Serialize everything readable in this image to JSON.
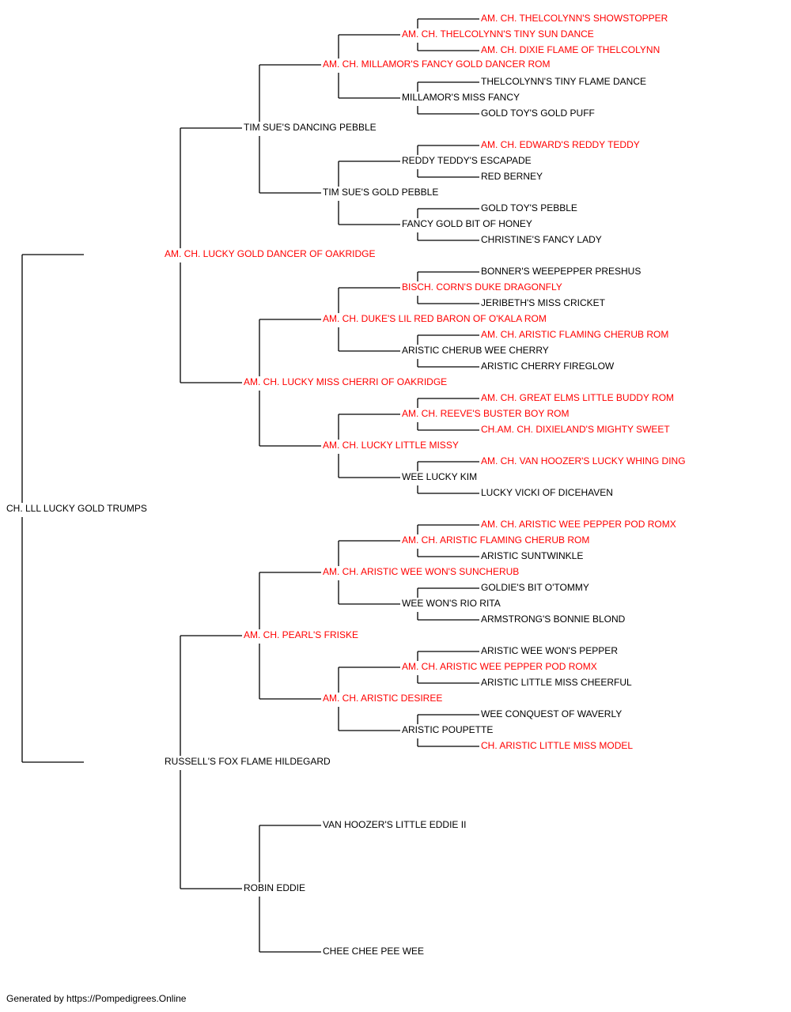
{
  "colors": {
    "champion": "#ff0000",
    "normal": "#000000",
    "line": "#000000"
  },
  "pedigree": {
    "subject": {
      "name": "CH. LLL LUCKY GOLD TRUMPS",
      "champion": false
    },
    "generations": [
      [
        {
          "name": "AM. CH. LUCKY GOLD DANCER OF OAKRIDGE",
          "champion": true
        },
        {
          "name": "RUSSELL'S FOX FLAME HILDEGARD",
          "champion": false
        }
      ],
      [
        {
          "name": "TIM SUE'S DANCING PEBBLE",
          "champion": false
        },
        {
          "name": "AM. CH. LUCKY MISS CHERRI OF OAKRIDGE",
          "champion": true
        },
        {
          "name": "AM. CH. PEARL'S FRISKE",
          "champion": true
        },
        {
          "name": "ROBIN EDDIE",
          "champion": false
        }
      ],
      [
        {
          "name": "AM. CH. MILLAMOR'S FANCY GOLD DANCER ROM",
          "champion": true
        },
        {
          "name": "TIM SUE'S GOLD PEBBLE",
          "champion": false
        },
        {
          "name": "AM. CH. DUKE'S LIL RED BARON OF O'KALA ROM",
          "champion": true
        },
        {
          "name": "AM. CH. LUCKY LITTLE MISSY",
          "champion": true
        },
        {
          "name": "AM. CH. ARISTIC WEE WON'S SUNCHERUB",
          "champion": true
        },
        {
          "name": "AM. CH. ARISTIC DESIREE",
          "champion": true
        },
        {
          "name": "VAN HOOZER'S LITTLE EDDIE II",
          "champion": false
        },
        {
          "name": "CHEE CHEE PEE WEE",
          "champion": false
        }
      ],
      [
        {
          "name": "AM. CH. THELCOLYNN'S TINY SUN DANCE",
          "champion": true
        },
        {
          "name": "MILLAMOR'S MISS FANCY",
          "champion": false
        },
        {
          "name": "REDDY TEDDY'S ESCAPADE",
          "champion": false
        },
        {
          "name": "FANCY GOLD BIT OF HONEY",
          "champion": false
        },
        {
          "name": "BISCH. CORN'S DUKE DRAGONFLY",
          "champion": true
        },
        {
          "name": "ARISTIC CHERUB WEE CHERRY",
          "champion": false
        },
        {
          "name": "AM. CH. REEVE'S BUSTER BOY ROM",
          "champion": true
        },
        {
          "name": "WEE LUCKY KIM",
          "champion": false
        },
        {
          "name": "AM. CH. ARISTIC FLAMING CHERUB ROM",
          "champion": true
        },
        {
          "name": "WEE WON'S RIO RITA",
          "champion": false
        },
        {
          "name": "AM. CH. ARISTIC WEE PEPPER POD ROMX",
          "champion": true
        },
        {
          "name": "ARISTIC POUPETTE",
          "champion": false
        }
      ],
      [
        {
          "name": "AM. CH. THELCOLYNN'S SHOWSTOPPER",
          "champion": true
        },
        {
          "name": "AM. CH. DIXIE FLAME OF THELCOLYNN",
          "champion": true
        },
        {
          "name": "THELCOLYNN'S TINY FLAME DANCE",
          "champion": false
        },
        {
          "name": "GOLD TOY'S GOLD PUFF",
          "champion": false
        },
        {
          "name": "AM. CH. EDWARD'S REDDY TEDDY",
          "champion": true
        },
        {
          "name": "RED BERNEY",
          "champion": false
        },
        {
          "name": "GOLD TOY'S PEBBLE",
          "champion": false
        },
        {
          "name": "CHRISTINE'S FANCY LADY",
          "champion": false
        },
        {
          "name": "BONNER'S WEEPEPPER PRESHUS",
          "champion": false
        },
        {
          "name": "JERIBETH'S MISS CRICKET",
          "champion": false
        },
        {
          "name": "AM. CH. ARISTIC FLAMING CHERUB ROM",
          "champion": true
        },
        {
          "name": "ARISTIC CHERRY FIREGLOW",
          "champion": false
        },
        {
          "name": "AM. CH. GREAT ELMS LITTLE BUDDY ROM",
          "champion": true
        },
        {
          "name": "CH.AM. CH. DIXIELAND'S MIGHTY SWEET",
          "champion": true
        },
        {
          "name": "AM. CH. VAN HOOZER'S LUCKY WHING DING",
          "champion": true
        },
        {
          "name": "LUCKY VICKI OF DICEHAVEN",
          "champion": false
        },
        {
          "name": "AM. CH. ARISTIC WEE PEPPER POD ROMX",
          "champion": true
        },
        {
          "name": "ARISTIC SUNTWINKLE",
          "champion": false
        },
        {
          "name": "GOLDIE'S BIT O'TOMMY",
          "champion": false
        },
        {
          "name": "ARMSTRONG'S BONNIE BLOND",
          "champion": false
        },
        {
          "name": "ARISTIC WEE WON'S PEPPER",
          "champion": false
        },
        {
          "name": "ARISTIC LITTLE MISS CHEERFUL",
          "champion": false
        },
        {
          "name": "WEE CONQUEST OF WAVERLY",
          "champion": false
        },
        {
          "name": "CH. ARISTIC LITTLE MISS MODEL",
          "champion": true
        }
      ]
    ]
  },
  "footer": "Generated by https://Pompedigrees.Online"
}
